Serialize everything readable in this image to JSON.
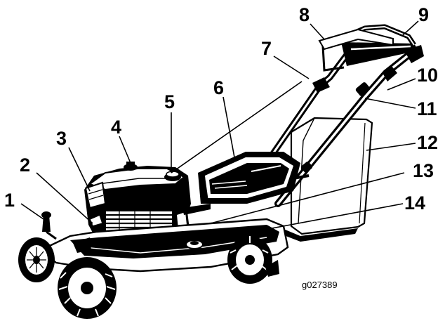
{
  "diagram": {
    "figure_id": "g027389",
    "callouts": [
      "1",
      "2",
      "3",
      "4",
      "5",
      "6",
      "7",
      "8",
      "9",
      "10",
      "11",
      "12",
      "13",
      "14"
    ]
  },
  "colors": {
    "ink": "#000000",
    "paper": "#ffffff"
  }
}
